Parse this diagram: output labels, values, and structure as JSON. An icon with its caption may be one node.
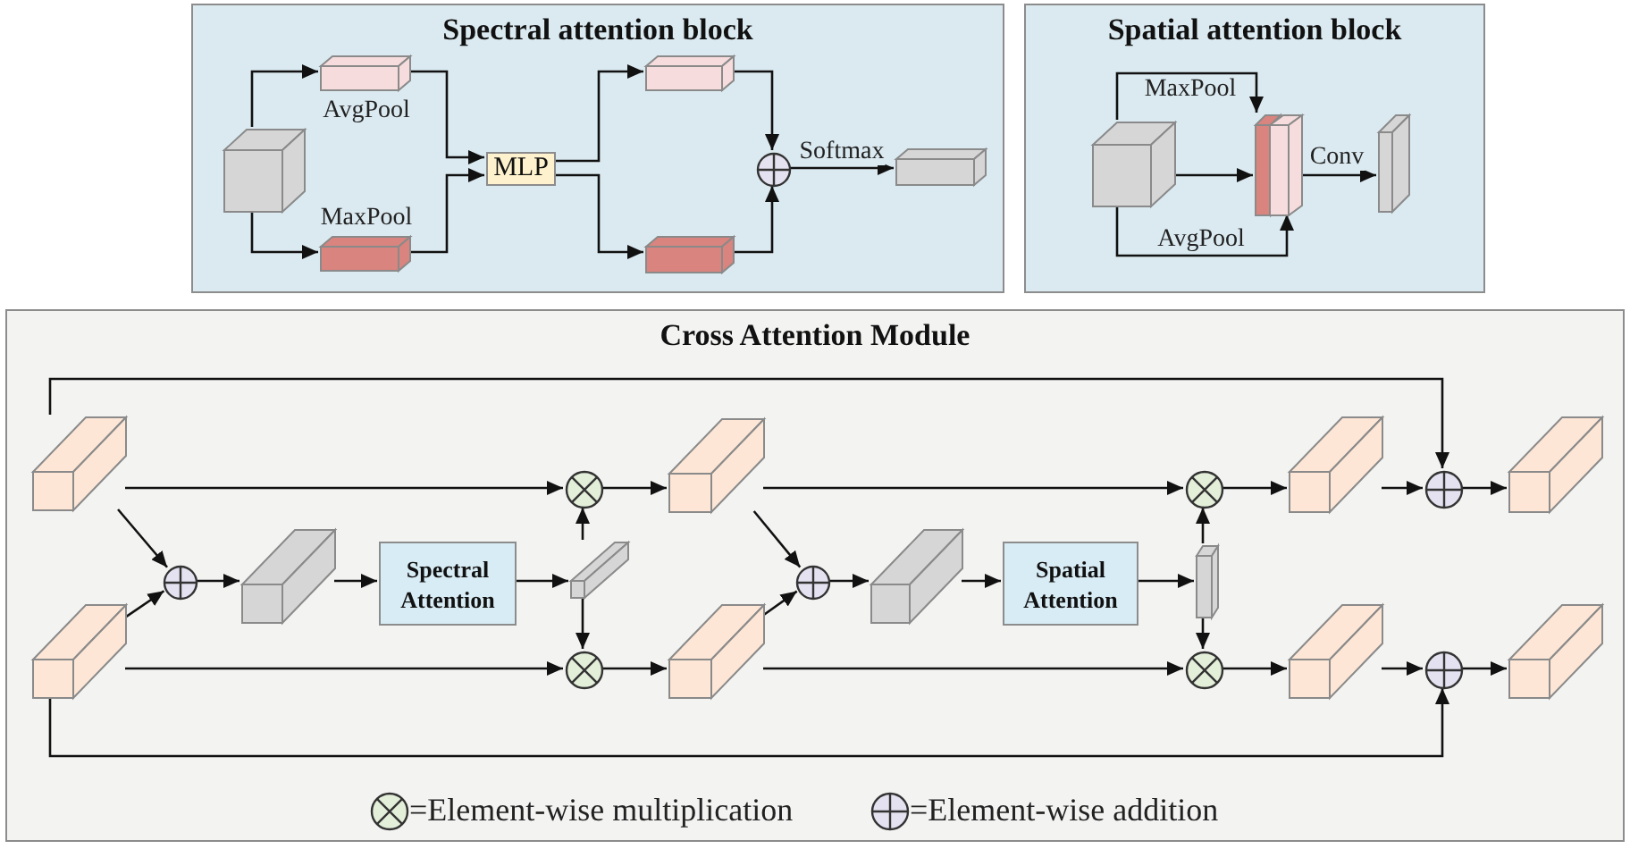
{
  "diagram": {
    "nodes": [
      {
        "text": [
          "Spectral attention block"
        ]
      },
      {
        "text": [],
        "shape": "cuboid",
        "in": 0
      },
      {
        "text": [],
        "shape": "cuboid",
        "in": 0,
        "beside": [
          "AvgPool"
        ]
      },
      {
        "text": [],
        "shape": "cuboid",
        "in": 0,
        "beside": [
          "MaxPool"
        ]
      },
      {
        "text": [
          "MLP"
        ],
        "in": 0
      },
      {
        "text": [],
        "shape": "cuboid",
        "in": 0
      },
      {
        "text": [],
        "shape": "cuboid",
        "in": 0
      },
      {
        "text": [],
        "shape": "circle",
        "in": 0
      },
      {
        "text": [],
        "shape": "cuboid",
        "in": 0
      },
      {
        "text": [
          "Spatial attention block"
        ]
      },
      {
        "text": [],
        "shape": "cuboid",
        "in": 9
      },
      {
        "text": [],
        "shape": "cuboid",
        "in": 9
      },
      {
        "text": [],
        "shape": "cuboid",
        "in": 9
      },
      {
        "text": [],
        "shape": "cuboid",
        "in": 9
      },
      {
        "text": [
          "Cross Attention Module"
        ]
      },
      {
        "text": [],
        "shape": "cuboid",
        "in": 14
      },
      {
        "text": [],
        "shape": "cuboid",
        "in": 14
      },
      {
        "text": [],
        "shape": "circle",
        "in": 14
      },
      {
        "text": [],
        "shape": "cuboid",
        "in": 14
      },
      {
        "text": [
          "Spectral Attention"
        ],
        "in": 14
      },
      {
        "text": [],
        "shape": "cuboid",
        "in": 14
      },
      {
        "text": [],
        "shape": "circle",
        "in": 14
      },
      {
        "text": [],
        "shape": "circle",
        "in": 14
      },
      {
        "text": [],
        "shape": "cuboid",
        "in": 14
      },
      {
        "text": [],
        "shape": "cuboid",
        "in": 14
      },
      {
        "text": [],
        "shape": "circle",
        "in": 14
      },
      {
        "text": [],
        "shape": "cuboid",
        "in": 14
      },
      {
        "text": [
          "Spatial Attention"
        ],
        "in": 14
      },
      {
        "text": [],
        "shape": "cuboid",
        "in": 14
      },
      {
        "text": [],
        "shape": "circle",
        "in": 14
      },
      {
        "text": [],
        "shape": "circle",
        "in": 14
      },
      {
        "text": [],
        "shape": "cuboid",
        "in": 14
      },
      {
        "text": [],
        "shape": "cuboid",
        "in": 14
      },
      {
        "text": [],
        "shape": "circle",
        "in": 14
      },
      {
        "text": [],
        "shape": "circle",
        "in": 14
      },
      {
        "text": [],
        "shape": "cuboid",
        "in": 14
      },
      {
        "text": [],
        "shape": "cuboid",
        "in": 14
      }
    ],
    "edges": [
      {
        "from": 1,
        "to": 2,
        "arrow": "to"
      },
      {
        "from": 1,
        "to": 3,
        "arrow": "to"
      },
      {
        "from": 2,
        "to": 4,
        "arrow": "to"
      },
      {
        "from": 3,
        "to": 4,
        "arrow": "to"
      },
      {
        "from": 4,
        "to": 5,
        "arrow": "to"
      },
      {
        "from": 4,
        "to": 6,
        "arrow": "to"
      },
      {
        "from": 5,
        "to": 7,
        "arrow": "to"
      },
      {
        "from": 6,
        "to": 7,
        "arrow": "to"
      },
      {
        "from": 7,
        "to": 8,
        "arrow": "to",
        "label": "Softmax"
      },
      {
        "from": 10,
        "to": 11,
        "arrow": "to",
        "label": "MaxPool"
      },
      {
        "from": 10,
        "to": 11,
        "arrow": "to"
      },
      {
        "from": 10,
        "to": 12,
        "arrow": "to",
        "label": "AvgPool"
      },
      {
        "from": 12,
        "to": 13,
        "arrow": "to",
        "label": "Conv"
      },
      {
        "from": 15,
        "to": 21,
        "arrow": "to"
      },
      {
        "from": 15,
        "to": 17,
        "arrow": "to"
      },
      {
        "from": 16,
        "to": 17,
        "arrow": "to"
      },
      {
        "from": 16,
        "to": 22,
        "arrow": "to"
      },
      {
        "from": 15,
        "to": 33,
        "arrow": "to"
      },
      {
        "from": 16,
        "to": 34,
        "arrow": "to"
      },
      {
        "from": 17,
        "to": 18,
        "arrow": "to"
      },
      {
        "from": 18,
        "to": 19,
        "arrow": "to"
      },
      {
        "from": 19,
        "to": 20,
        "arrow": "to"
      },
      {
        "from": 20,
        "to": 21,
        "arrow": "to"
      },
      {
        "from": 20,
        "to": 22,
        "arrow": "to"
      },
      {
        "from": 21,
        "to": 23,
        "arrow": "to"
      },
      {
        "from": 22,
        "to": 24,
        "arrow": "to"
      },
      {
        "from": 23,
        "to": 29,
        "arrow": "to"
      },
      {
        "from": 23,
        "to": 25,
        "arrow": "to"
      },
      {
        "from": 24,
        "to": 25,
        "arrow": "to"
      },
      {
        "from": 24,
        "to": 30,
        "arrow": "to"
      },
      {
        "from": 25,
        "to": 26,
        "arrow": "to"
      },
      {
        "from": 26,
        "to": 27,
        "arrow": "to"
      },
      {
        "from": 27,
        "to": 28,
        "arrow": "to"
      },
      {
        "from": 28,
        "to": 29,
        "arrow": "to"
      },
      {
        "from": 28,
        "to": 30,
        "arrow": "to"
      },
      {
        "from": 29,
        "to": 31,
        "arrow": "to"
      },
      {
        "from": 30,
        "to": 32,
        "arrow": "to"
      },
      {
        "from": 31,
        "to": 33,
        "arrow": "to"
      },
      {
        "from": 32,
        "to": 34,
        "arrow": "to"
      },
      {
        "from": 33,
        "to": 35,
        "arrow": "to"
      },
      {
        "from": 34,
        "to": 36,
        "arrow": "to"
      }
    ],
    "legend": [
      {
        "text": "=Element-wise multiplication"
      },
      {
        "text": "=Element-wise addition"
      }
    ]
  }
}
